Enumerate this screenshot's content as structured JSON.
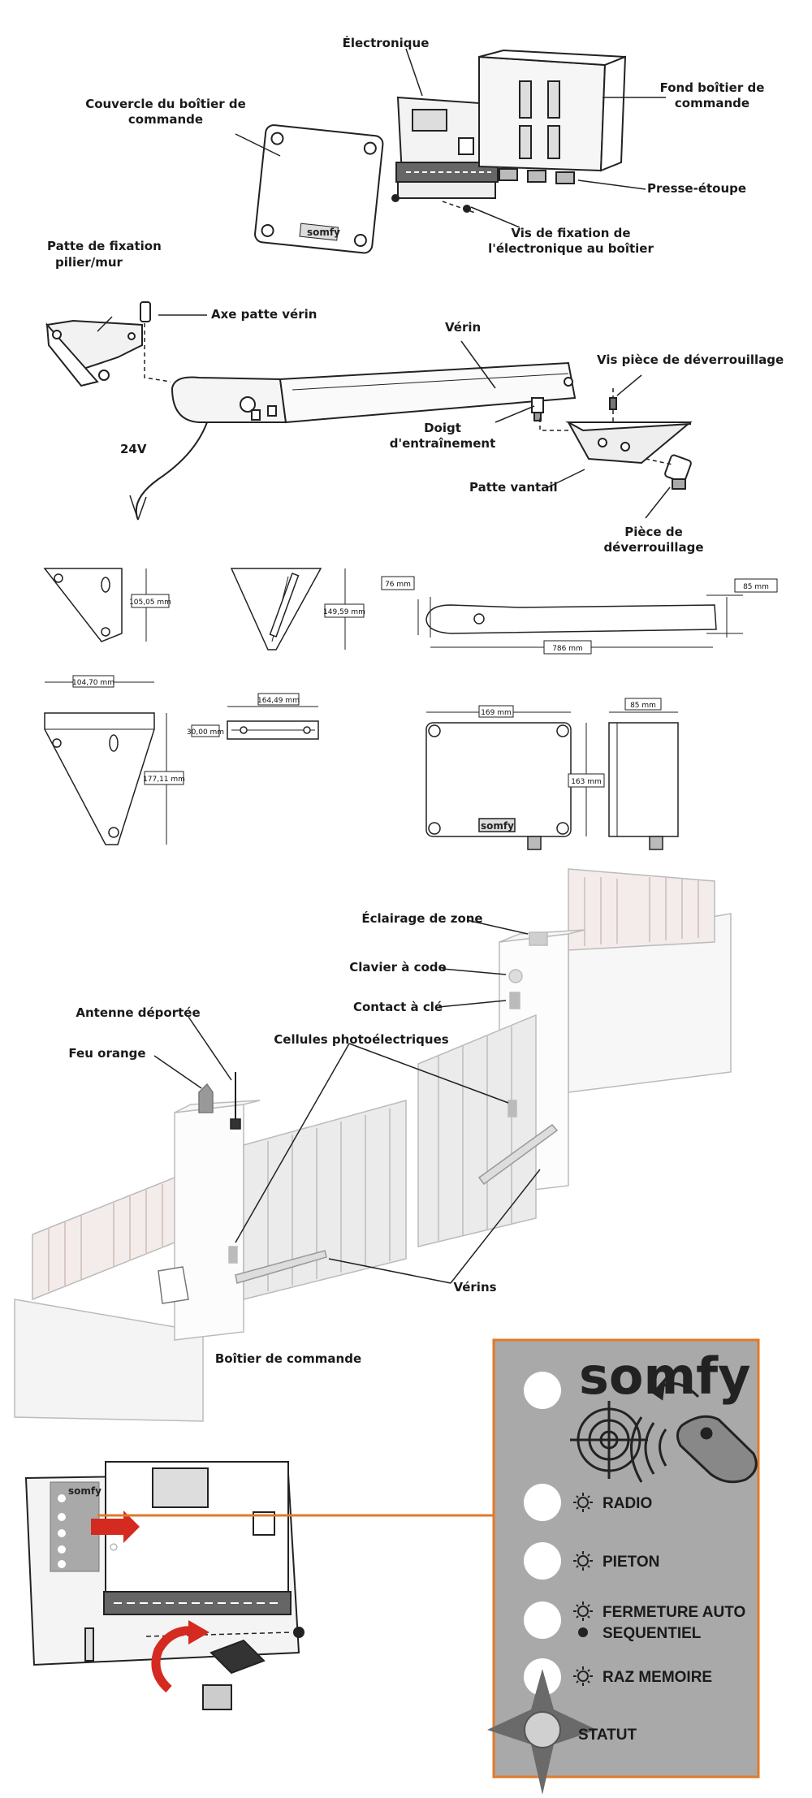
{
  "labels": {
    "electronique": "Électronique",
    "couvercle_1": "Couvercle du boîtier de",
    "couvercle_2": "commande",
    "fond_1": "Fond boîtier de",
    "fond_2": "commande",
    "presse_etoupe": "Presse-étoupe",
    "vis_fix_1": "Vis de fixation de",
    "vis_fix_2": "l'électronique au boîtier",
    "patte_pilier_1": "Patte de fixation",
    "patte_pilier_2": "pilier/mur",
    "axe_patte": "Axe patte vérin",
    "verin": "Vérin",
    "vis_piece": "Vis pièce de déverrouillage",
    "doigt_1": "Doigt",
    "doigt_2": "d'entraînement",
    "patte_vantail": "Patte vantail",
    "piece_1": "Pièce de",
    "piece_2": "déverrouillage",
    "volt": "24V"
  },
  "dimensions": {
    "d1": "105,05 mm",
    "d2": "149,59 mm",
    "d3": "76 mm",
    "d4": "85 mm",
    "d5": "786 mm",
    "d6": "104,70 mm",
    "d7": "177,11 mm",
    "d8": "164,49 mm",
    "d9": "30,00 mm",
    "d10": "169 mm",
    "d11": "163 mm",
    "d12": "85 mm"
  },
  "brand": "somfy",
  "install": {
    "eclairage": "Éclairage de zone",
    "clavier": "Clavier à code",
    "contact": "Contact à clé",
    "antenne": "Antenne déportée",
    "feu": "Feu orange",
    "cellules": "Cellules photoélectriques",
    "verins": "Vérins",
    "boitier": "Boîtier de commande"
  },
  "panel": {
    "radio": "RADIO",
    "pieton": "PIETON",
    "fermeture": "FERMETURE AUTO",
    "sequentiel": "SEQUENTIEL",
    "raz": "RAZ MEMOIRE",
    "statut": "STATUT"
  },
  "colors": {
    "panel_bg": "#a9a9a9",
    "panel_border": "#e07a2a",
    "arrow_red": "#d42a1f",
    "leader_orange": "#e07a2a"
  }
}
